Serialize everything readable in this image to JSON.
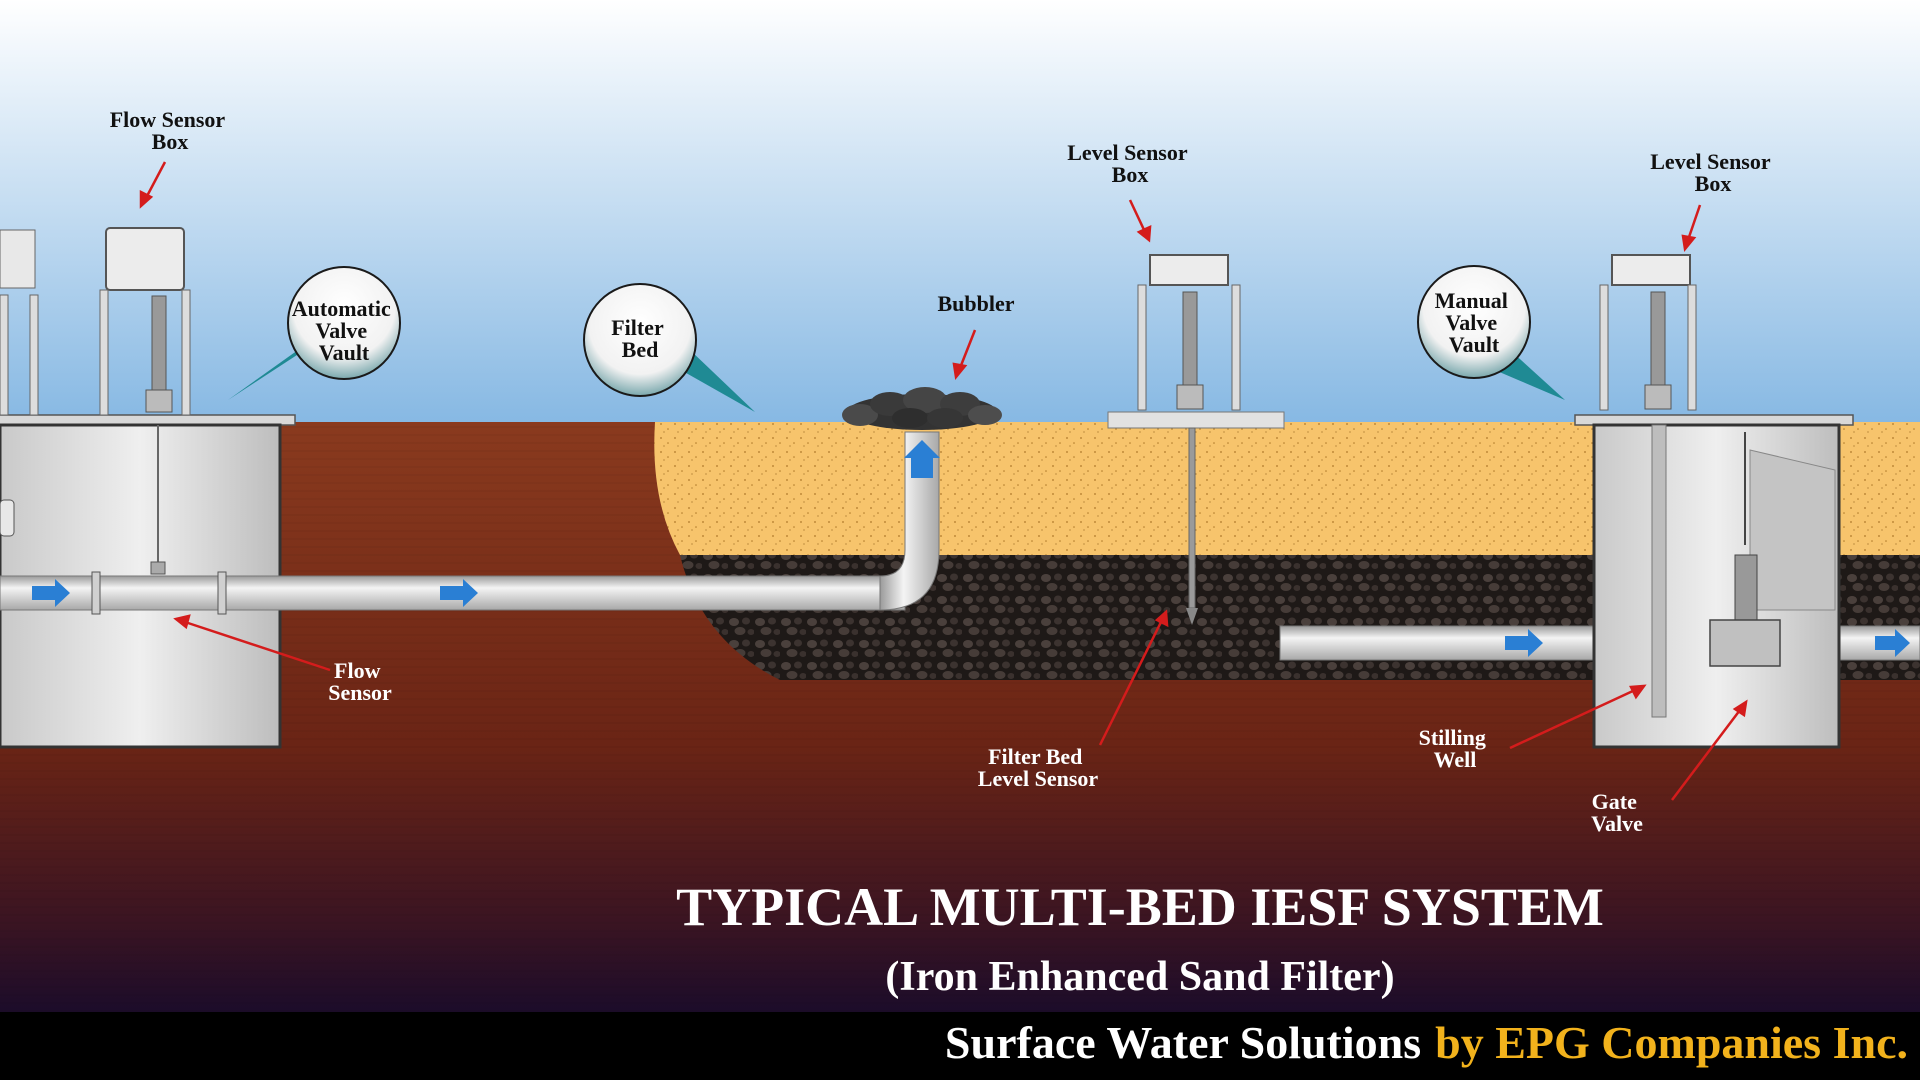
{
  "labels": {
    "flow_sensor_box": [
      "Flow Sensor",
      "Box"
    ],
    "automatic_valve_vault": [
      "Automatic",
      "Valve",
      "Vault"
    ],
    "filter_bed": [
      "Filter",
      "Bed"
    ],
    "bubbler": "Bubbler",
    "level_sensor_box_1": [
      "Level Sensor",
      "Box"
    ],
    "manual_valve_vault": [
      "Manual",
      "Valve",
      "Vault"
    ],
    "level_sensor_box_2": [
      "Level Sensor",
      "Box"
    ],
    "flow_sensor": [
      "Flow",
      "Sensor"
    ],
    "filter_bed_level_sensor": [
      "Filter Bed",
      "Level Sensor"
    ],
    "stilling_well": [
      "Stilling",
      "Well"
    ],
    "gate_valve": [
      "Gate",
      "Valve"
    ]
  },
  "title": "TYPICAL MULTI-BED IESF SYSTEM",
  "subtitle": "(Iron Enhanced Sand Filter)",
  "footer": {
    "part1": "Surface Water Solutions",
    "part2": "by EPG Companies Inc."
  },
  "colors": {
    "sky_top": "#ffffff",
    "sky_bottom": "#7fb3e0",
    "soil": "#6b2a17",
    "sand": "#f7c46c",
    "gravel": "#2a2220",
    "pipe": "#d9d9d9",
    "arrow_blue": "#2a7fd4",
    "callout_teal": "#1f8a94",
    "pointer_red": "#d41c1c",
    "footer_yellow": "#f2b21c"
  }
}
